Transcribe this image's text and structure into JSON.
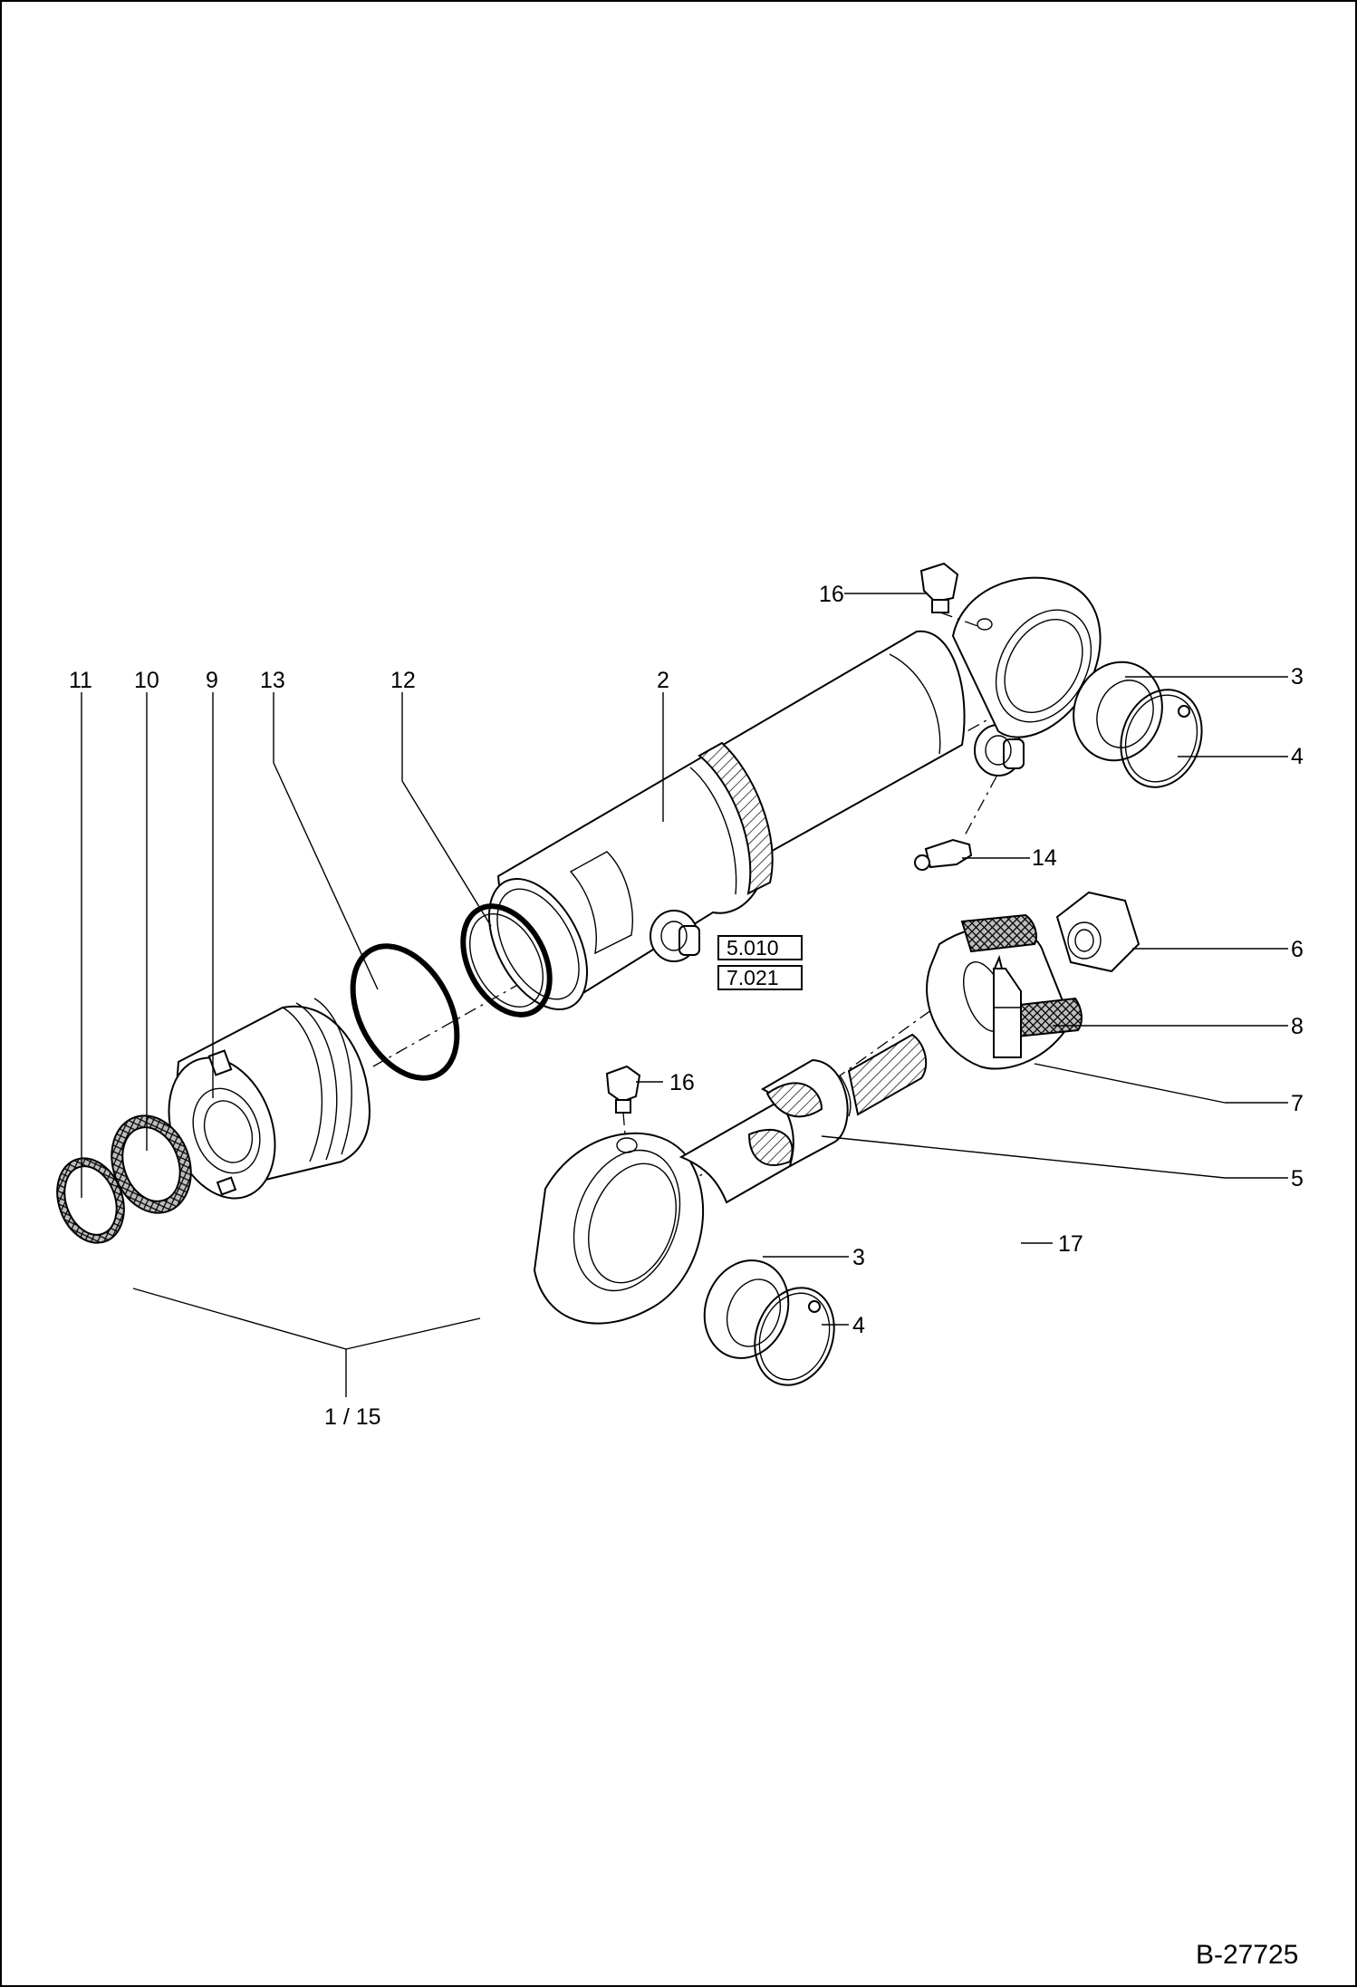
{
  "drawing_number": "B-27725",
  "references": [
    "5.010",
    "7.021"
  ],
  "labels": {
    "l11": "11",
    "l10": "10",
    "l9": "9",
    "l13": "13",
    "l12": "12",
    "l2": "2",
    "l16a": "16",
    "l3a": "3",
    "l4a": "4",
    "l14": "14",
    "l6": "6",
    "l8": "8",
    "l16b": "16",
    "l7": "7",
    "l5": "5",
    "l17": "17",
    "l3b": "3",
    "l4b": "4",
    "l1_15": "1 / 15"
  }
}
